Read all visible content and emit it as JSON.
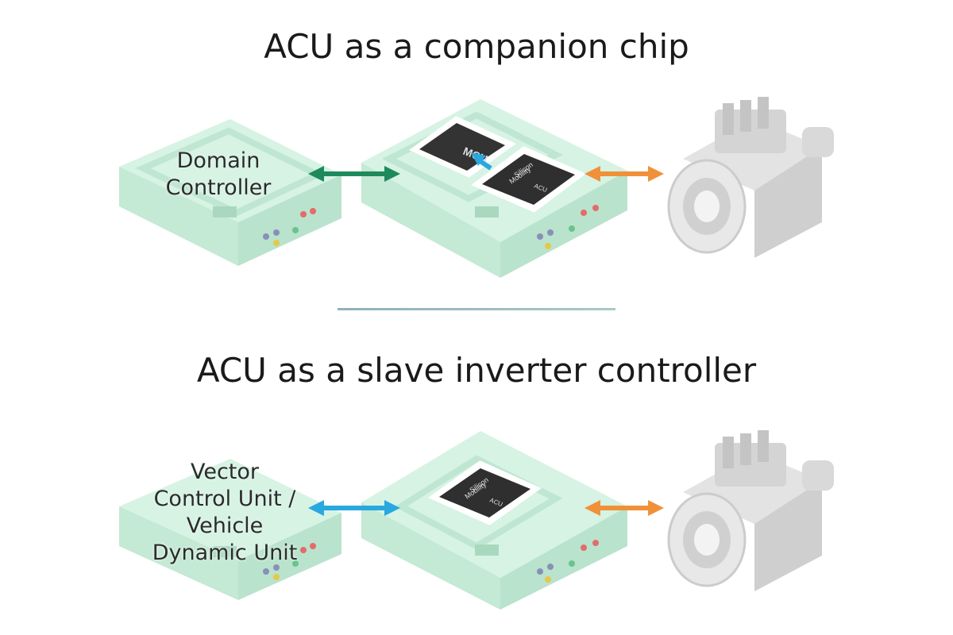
{
  "section1": {
    "title": "ACU as a companion chip",
    "left_label_line1": "Domain",
    "left_label_line2": "Controller",
    "mcu_label": "MCU",
    "chip_brand_line1": "Silicon",
    "chip_brand_line2": "Mobility",
    "chip_name": "ACU"
  },
  "section2": {
    "title": "ACU as a slave inverter controller",
    "left_label_line1": "Vector",
    "left_label_line2": "Control Unit /",
    "left_label_line3": "Vehicle",
    "left_label_line4": "Dynamic Unit",
    "chip_brand_line1": "Silicon",
    "chip_brand_line2": "Mobility",
    "chip_name": "ACU"
  },
  "colors": {
    "board_top": "#d6f3e4",
    "board_side": "#c4e9d4",
    "green_arrow": "#1e8a5c",
    "blue_arrow": "#29a8e0",
    "orange_arrow": "#f0913a",
    "chip": "#2f2f2f",
    "motor": "#d9d9d9"
  },
  "icons": [
    "control-board",
    "processor-chip",
    "electric-motor"
  ]
}
